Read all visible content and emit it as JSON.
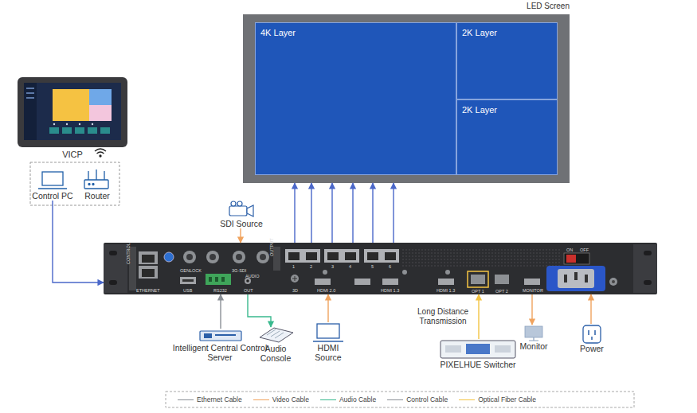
{
  "diagram": {
    "nodes": [
      {
        "text": [
          "LED Screen"
        ]
      },
      {
        "text": [
          "4K Layer"
        ],
        "in": 0
      },
      {
        "text": [
          "2K Layer"
        ],
        "in": 0
      },
      {
        "text": [
          "2K Layer"
        ],
        "in": 0
      },
      {
        "text": [
          "VICP"
        ]
      },
      {
        "text": [
          "Control PC"
        ]
      },
      {
        "text": [
          "Router"
        ]
      },
      {
        "text": [
          "SDI Source"
        ]
      },
      {
        "text": [
          "CONTROL",
          "ETHERNET",
          "USB",
          "RS232",
          "GENLOCK",
          "3G-SDI",
          "AUDIO",
          "OUT",
          "OUTPUT",
          "1",
          "2",
          "3",
          "4",
          "5",
          "6",
          "3D",
          "HDMI 2.0",
          "HDMI 1.3",
          "HDMI 1.3",
          "OPT 1",
          "OPT 2",
          "MONITOR",
          "ON",
          "OFF"
        ]
      },
      {
        "text": [
          "Intelligent Central Control Server"
        ]
      },
      {
        "text": [
          "Audio Console"
        ]
      },
      {
        "text": [
          "HDMI Source"
        ]
      },
      {
        "text": [
          "PIXELHUE Switcher"
        ]
      },
      {
        "text": [
          "Monitor"
        ]
      },
      {
        "text": [
          "Power"
        ]
      }
    ],
    "edges": [
      {
        "from": 8,
        "to": 0,
        "arrow": "to"
      },
      {
        "from": 8,
        "to": 0,
        "arrow": "to"
      },
      {
        "from": 8,
        "to": 0,
        "arrow": "to"
      },
      {
        "from": 8,
        "to": 0,
        "arrow": "to"
      },
      {
        "from": 8,
        "to": 0,
        "arrow": "to"
      },
      {
        "from": 8,
        "to": 0,
        "arrow": "to"
      },
      {
        "from": 5,
        "to": 8,
        "arrow": "to"
      },
      {
        "from": 9,
        "to": 8,
        "arrow": "to"
      },
      {
        "from": 8,
        "to": 10,
        "arrow": "to"
      },
      {
        "from": 7,
        "to": 8,
        "arrow": "to"
      },
      {
        "from": 11,
        "to": 8,
        "arrow": "to"
      },
      {
        "from": 12,
        "to": 8,
        "label": "Long Distance Transmission",
        "arrow": "to"
      },
      {
        "from": 8,
        "to": 13,
        "arrow": "to"
      },
      {
        "from": 14,
        "to": 8,
        "arrow": "to"
      }
    ],
    "legend": [
      {
        "text": "Ethernet Cable"
      },
      {
        "text": "Video Cable"
      },
      {
        "text": "Audio Cable"
      },
      {
        "text": "Control Cable"
      },
      {
        "text": "Optical Fiber Cable"
      }
    ]
  }
}
